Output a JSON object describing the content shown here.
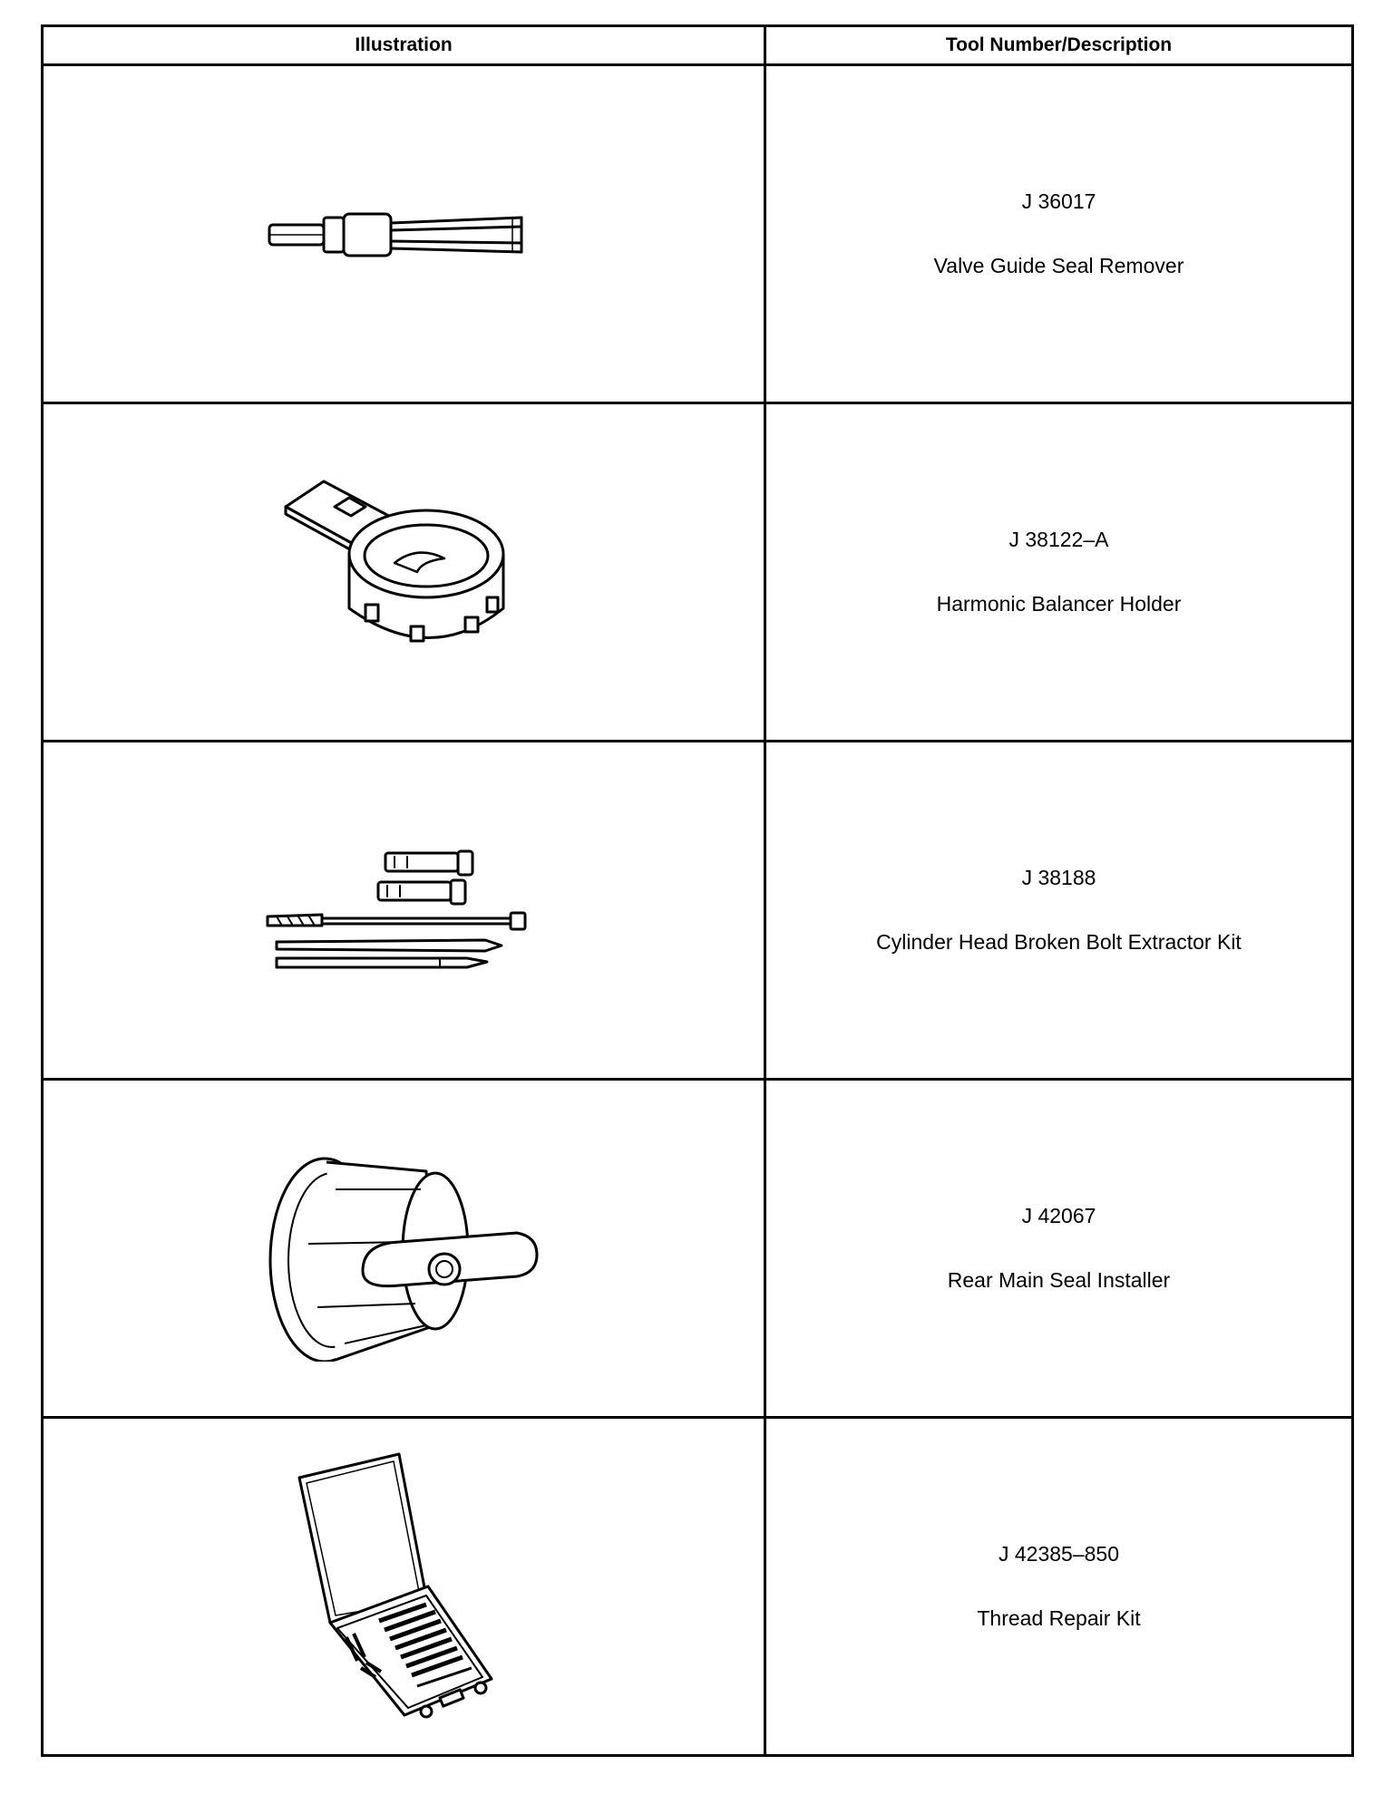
{
  "table": {
    "headers": {
      "illustration": "Illustration",
      "tool": "Tool Number/Description"
    },
    "rows": [
      {
        "number": "J 36017",
        "description": "Valve Guide Seal Remover",
        "icon": "valve-guide-seal-remover-icon"
      },
      {
        "number": "J 38122–A",
        "description": "Harmonic Balancer Holder",
        "icon": "harmonic-balancer-holder-icon"
      },
      {
        "number": "J 38188",
        "description": "Cylinder Head Broken Bolt Extractor Kit",
        "icon": "bolt-extractor-kit-icon"
      },
      {
        "number": "J 42067",
        "description": "Rear Main Seal Installer",
        "icon": "rear-main-seal-installer-icon"
      },
      {
        "number": "J 42385–850",
        "description": "Thread Repair Kit",
        "icon": "thread-repair-kit-icon"
      }
    ]
  }
}
